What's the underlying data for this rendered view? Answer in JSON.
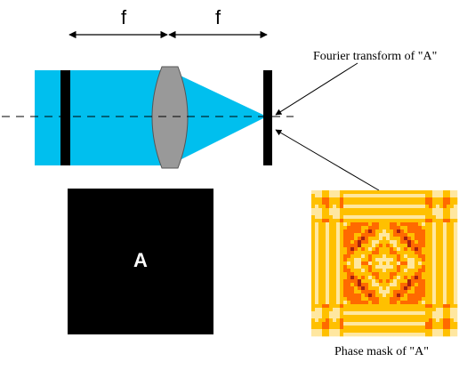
{
  "labels": {
    "focal_left": "f",
    "focal_right": "f",
    "fourier_caption": "Fourier transform of \"A\"",
    "phase_caption": "Phase mask of \"A\"",
    "object_letter": "A"
  },
  "colors": {
    "beam": "#00bfee",
    "lens": "#999999",
    "lens_edge": "#555555",
    "plate": "#000000",
    "object_panel": "#000000",
    "object_letter": "#ffffff",
    "axis": "#000000",
    "mask_dark": "#a52010",
    "mask_mid": "#ff6a00",
    "mask_light": "#ffc000",
    "mask_pale": "#ffe7a0"
  },
  "icons": {
    "object_plate": "vertical-bar-shape",
    "lens": "biconvex-lens-shape",
    "fourier_plane": "vertical-bar-shape",
    "phase_mask": "phase-pattern-image"
  }
}
